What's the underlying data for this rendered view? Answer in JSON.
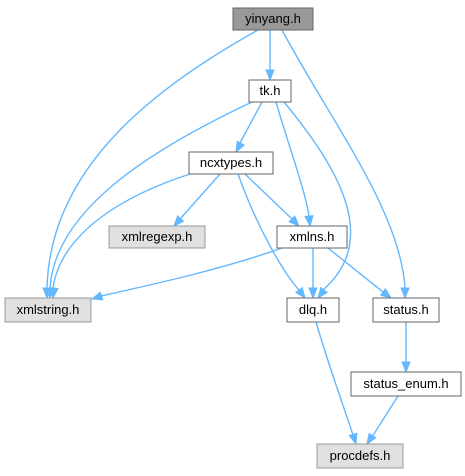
{
  "diagram": {
    "nodes": [
      {
        "id": "yinyang",
        "label": "yinyang.h",
        "style": "current"
      },
      {
        "id": "tk",
        "label": "tk.h",
        "style": "normal"
      },
      {
        "id": "ncxtypes",
        "label": "ncxtypes.h",
        "style": "normal"
      },
      {
        "id": "xmlregexp",
        "label": "xmlregexp.h",
        "style": "external"
      },
      {
        "id": "xmlns",
        "label": "xmlns.h",
        "style": "normal"
      },
      {
        "id": "xmlstring",
        "label": "xmlstring.h",
        "style": "external"
      },
      {
        "id": "dlq",
        "label": "dlq.h",
        "style": "normal"
      },
      {
        "id": "status",
        "label": "status.h",
        "style": "normal"
      },
      {
        "id": "status_enum",
        "label": "status_enum.h",
        "style": "normal"
      },
      {
        "id": "procdefs",
        "label": "procdefs.h",
        "style": "external"
      }
    ],
    "edges": [
      {
        "from": "yinyang",
        "to": "tk"
      },
      {
        "from": "yinyang",
        "to": "xmlstring"
      },
      {
        "from": "yinyang",
        "to": "status"
      },
      {
        "from": "tk",
        "to": "ncxtypes"
      },
      {
        "from": "tk",
        "to": "xmlstring"
      },
      {
        "from": "tk",
        "to": "xmlns"
      },
      {
        "from": "tk",
        "to": "dlq"
      },
      {
        "from": "ncxtypes",
        "to": "xmlregexp"
      },
      {
        "from": "ncxtypes",
        "to": "xmlstring"
      },
      {
        "from": "ncxtypes",
        "to": "xmlns"
      },
      {
        "from": "ncxtypes",
        "to": "dlq"
      },
      {
        "from": "xmlns",
        "to": "xmlstring"
      },
      {
        "from": "xmlns",
        "to": "dlq"
      },
      {
        "from": "xmlns",
        "to": "status"
      },
      {
        "from": "dlq",
        "to": "procdefs"
      },
      {
        "from": "status",
        "to": "status_enum"
      },
      {
        "from": "status_enum",
        "to": "procdefs"
      }
    ],
    "colors": {
      "edge": "#63b8ff",
      "node_border": "#666666",
      "external_fill": "#e0e0e0",
      "external_border": "#999999",
      "current_fill": "#999999"
    }
  }
}
